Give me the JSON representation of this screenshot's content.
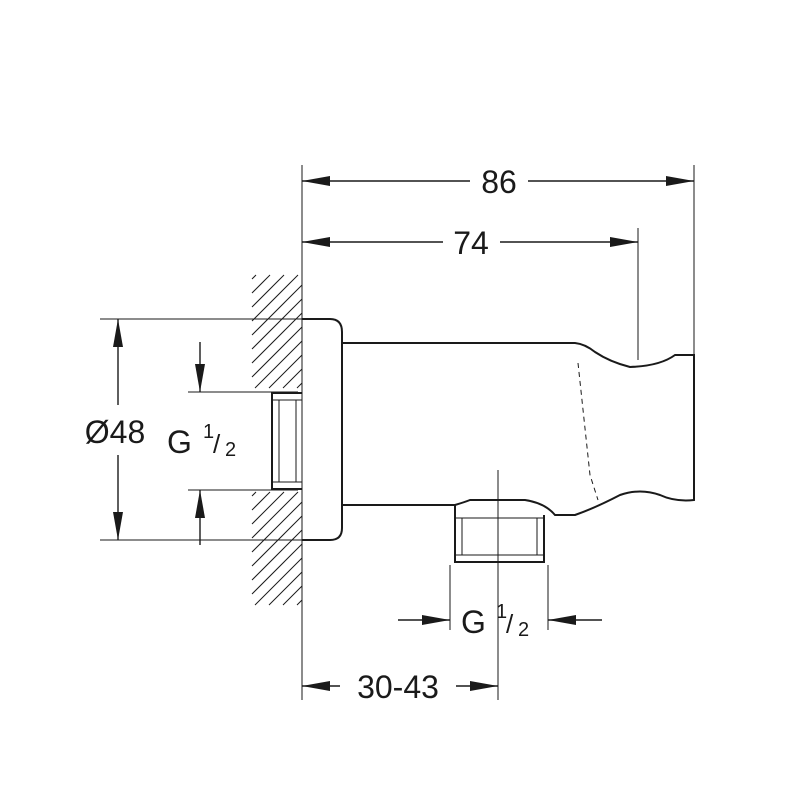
{
  "drawing": {
    "dim_overall_length": "86",
    "dim_body_length": "74",
    "dim_wall_distance": "30-43",
    "dim_flange_diameter": "Ø48",
    "thread_inlet": {
      "main": "G",
      "numerator": "1",
      "slash": "/",
      "denominator": "2"
    },
    "thread_outlet": {
      "main": "G",
      "numerator": "1",
      "slash": "/",
      "denominator": "2"
    }
  }
}
